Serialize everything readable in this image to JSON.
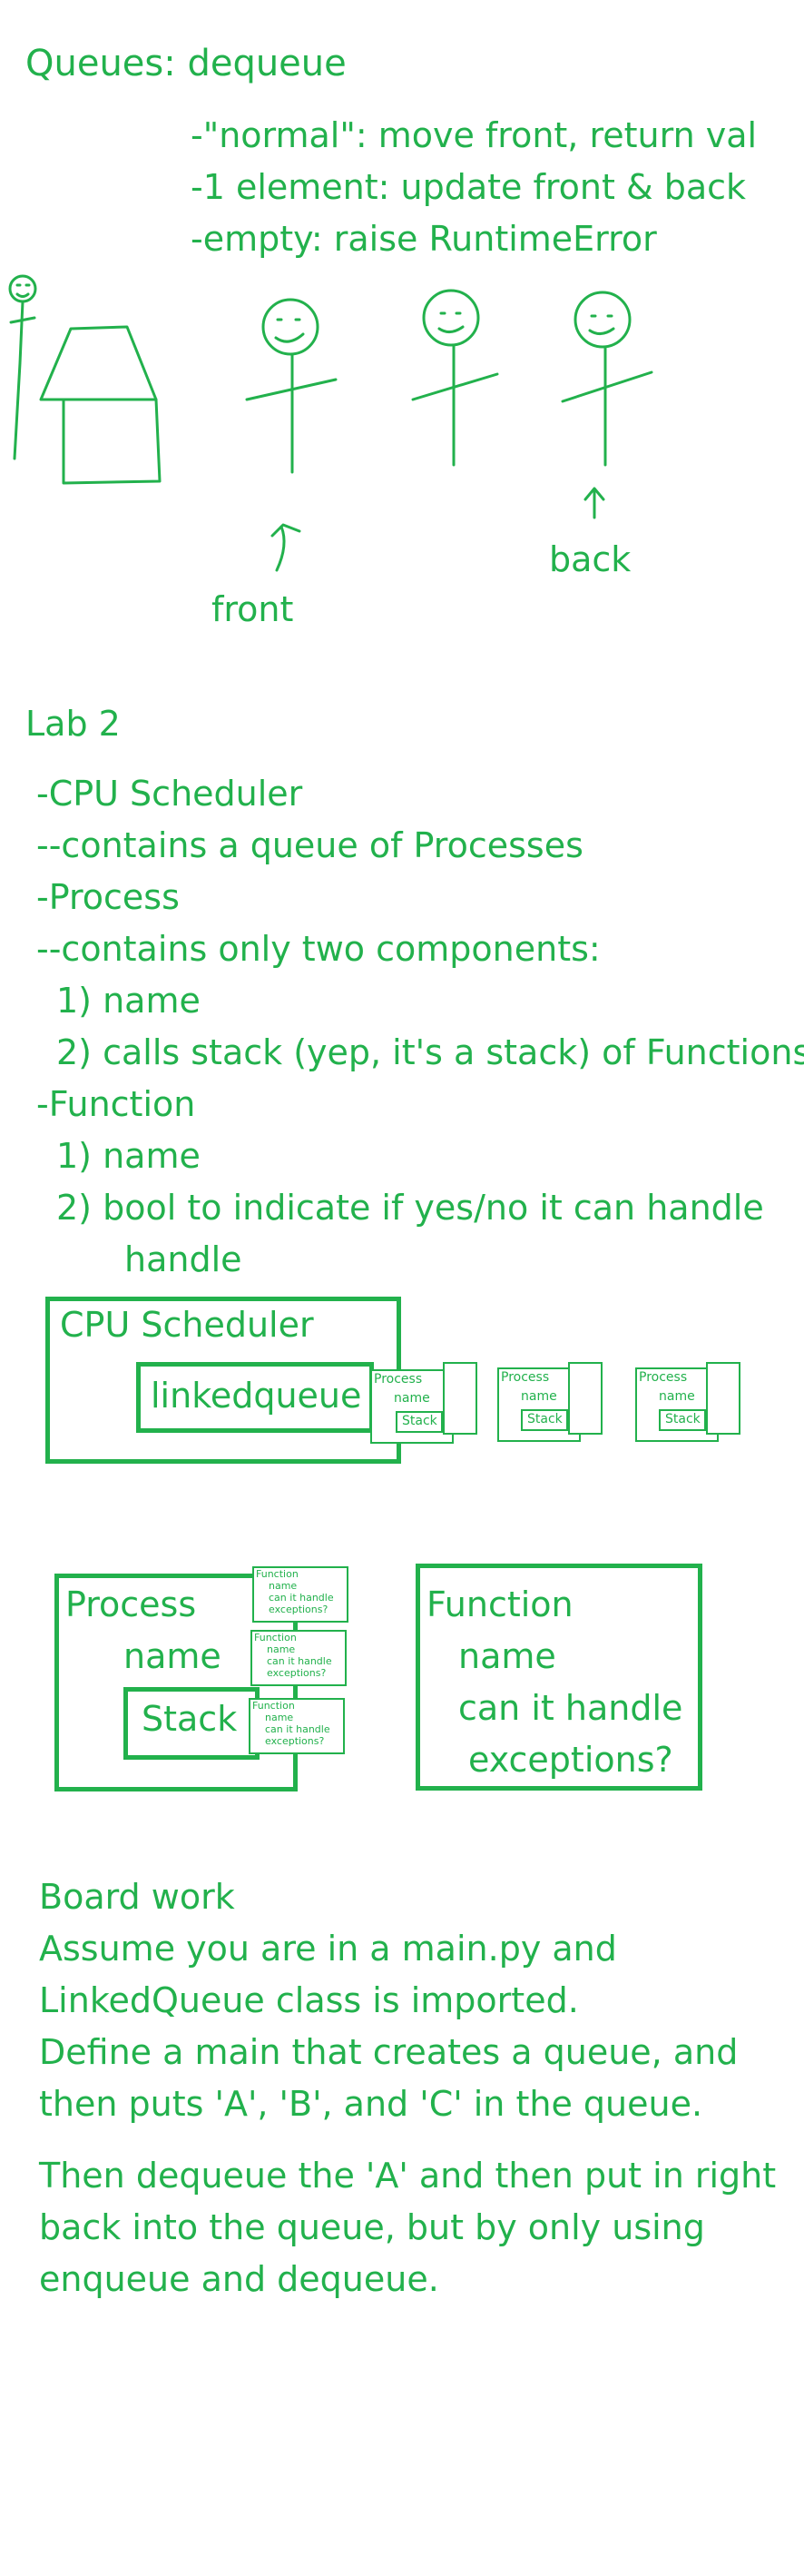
{
  "queues": {
    "title": "Queues: dequeue",
    "notes": [
      "-\"normal\": move front, return val",
      "-1 element: update front & back",
      "-empty: raise RuntimeError"
    ],
    "labels": {
      "front": "front",
      "back": "back"
    },
    "stroke_color": "#22b14c"
  },
  "lab": {
    "title": "Lab 2",
    "lines": [
      "-CPU Scheduler",
      "--contains a queue of Processes",
      "-Process",
      "--contains only two components:",
      "1) name",
      "2) calls stack (yep, it's a stack) of Functions",
      "-Function",
      "1) name",
      "2) bool to indicate if yes/no it can handle",
      "handle"
    ]
  },
  "diagram": {
    "cpu_title": "CPU Scheduler",
    "linkedqueue": "linkedqueue",
    "process_mini": {
      "title": "Process",
      "name": "name",
      "stack": "Stack"
    },
    "process_box": {
      "title": "Process",
      "name": "name",
      "stack": "Stack"
    },
    "function_box": {
      "title": "Function",
      "line1": "name",
      "line2": "can it handle",
      "line3": "exceptions?"
    },
    "function_mini": {
      "title": "Function",
      "line1": "name",
      "line2": "can it handle",
      "line3": "exceptions?"
    }
  },
  "board": {
    "lines": [
      "Board work",
      "Assume you are in a main.py and",
      "LinkedQueue class is imported.",
      "Define a main that creates a queue, and",
      "then puts 'A', 'B', and 'C' in the queue."
    ],
    "lines2": [
      "Then dequeue the 'A' and then put in right",
      "back into the queue, but by only using",
      "enqueue and dequeue."
    ]
  }
}
